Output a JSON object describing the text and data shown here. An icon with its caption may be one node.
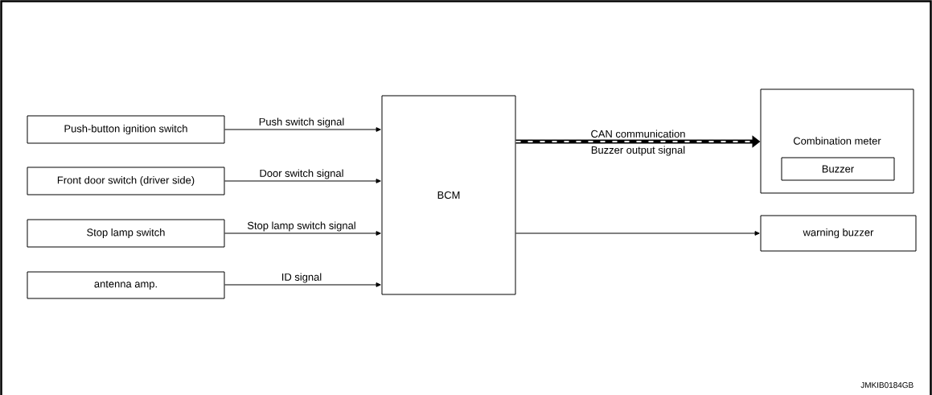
{
  "diagram": {
    "nodes": [
      {
        "text": [
          "Push-button ignition switch"
        ]
      },
      {
        "text": [
          "Front door switch (driver side)"
        ]
      },
      {
        "text": [
          "Stop lamp switch"
        ]
      },
      {
        "text": [
          "antenna amp."
        ]
      },
      {
        "text": [
          "BCM"
        ]
      },
      {
        "text": [
          "Combination meter"
        ]
      },
      {
        "text": [
          "Buzzer"
        ],
        "in": 5
      },
      {
        "text": [
          "warning buzzer"
        ]
      }
    ],
    "edges": [
      {
        "from": 0,
        "to": 4,
        "arrow": "to",
        "label": "Push switch signal"
      },
      {
        "from": 1,
        "to": 4,
        "arrow": "to",
        "label": "Door switch signal"
      },
      {
        "from": 2,
        "to": 4,
        "arrow": "to",
        "label": "Stop lamp switch signal"
      },
      {
        "from": 3,
        "to": 4,
        "arrow": "to",
        "label": "ID signal"
      },
      {
        "from": 4,
        "to": 5,
        "arrow": "to",
        "label": "CAN communication",
        "style": "thick"
      },
      {
        "from": 4,
        "to": 7,
        "arrow": "to"
      }
    ],
    "labels": [
      "Buzzer output signal",
      "JMKIB0184GB"
    ]
  }
}
